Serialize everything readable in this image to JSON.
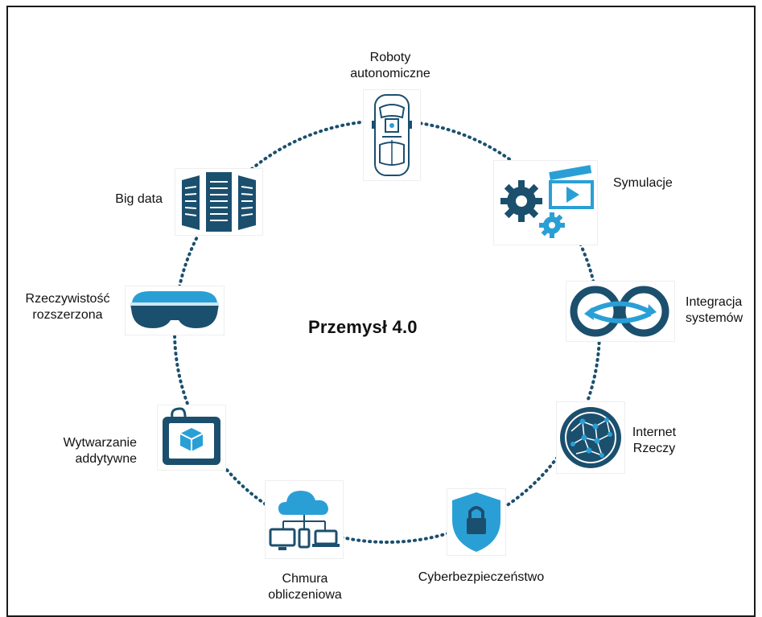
{
  "title": "Przemysł 4.0",
  "nodes": [
    {
      "key": "robots",
      "line1": "Roboty",
      "line2": "autonomiczne",
      "icon": "car-robot-icon"
    },
    {
      "key": "simulation",
      "line1": "Symulacje",
      "line2": "",
      "icon": "gears-video-icon"
    },
    {
      "key": "integration",
      "line1": "Integracja",
      "line2": "systemów",
      "icon": "linked-rings-icon"
    },
    {
      "key": "iot",
      "line1": "Internet",
      "line2": "Rzeczy",
      "icon": "network-globe-icon"
    },
    {
      "key": "security",
      "line1": "Cyberbezpieczeństwo",
      "line2": "",
      "icon": "shield-lock-icon"
    },
    {
      "key": "cloud",
      "line1": "Chmura",
      "line2": "obliczeniowa",
      "icon": "cloud-devices-icon"
    },
    {
      "key": "additive",
      "line1": "Wytwarzanie",
      "line2": "addytywne",
      "icon": "3d-printer-icon"
    },
    {
      "key": "ar",
      "line1": "Rzeczywistość",
      "line2": "rozszerzona",
      "icon": "ar-headset-icon"
    },
    {
      "key": "bigdata",
      "line1": "Big data",
      "line2": "",
      "icon": "server-racks-icon"
    }
  ],
  "colors": {
    "dark": "#1b4f6e",
    "light": "#2a9fd6",
    "dots": "#1b4f6e",
    "border": "#1a1a1a"
  }
}
